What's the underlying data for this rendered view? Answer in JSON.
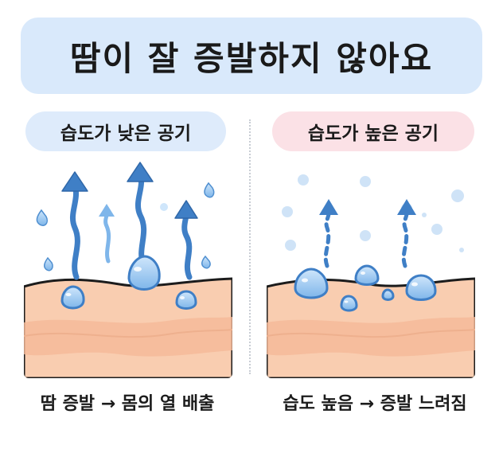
{
  "title": "땀이 잘 증발하지 않아요",
  "left_panel": {
    "label": "습도가 낮은 공기",
    "caption": "땀 증발 → 몸의 열 배출"
  },
  "right_panel": {
    "label": "습도가 높은 공기",
    "caption": "습도 높음 → 증발 느려짐"
  },
  "colors": {
    "title_bg": "#d9e9fb",
    "left_label_bg": "#deebfb",
    "right_label_bg": "#fbe1e6",
    "skin": "#f8c8a8",
    "arrow": "#3f7fc6",
    "drop": "#8fc3f0"
  }
}
